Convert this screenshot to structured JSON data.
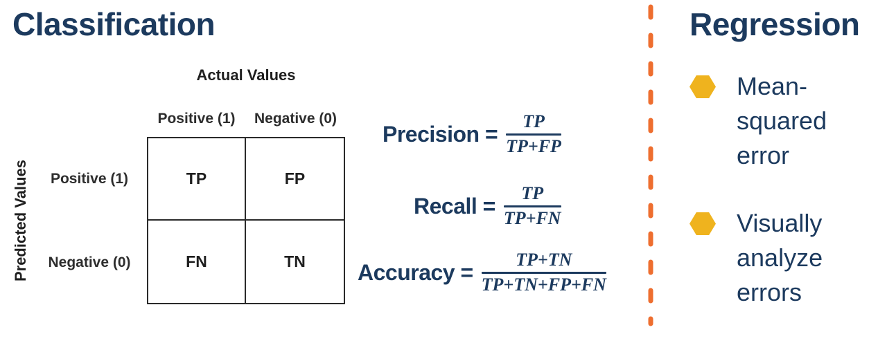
{
  "colors": {
    "navy_text": "#1c3a5e",
    "divider_orange": "#ee6e2f",
    "bullet_gold": "#efb31e",
    "matrix_ink": "#1f1f1f"
  },
  "classification": {
    "title": "Classification",
    "matrix": {
      "top_axis_label": "Actual Values",
      "left_axis_label": "Predicted Values",
      "col_headers": [
        "Positive (1)",
        "Negative (0)"
      ],
      "row_headers": [
        "Positive (1)",
        "Negative (0)"
      ],
      "cells": [
        [
          "TP",
          "FP"
        ],
        [
          "FN",
          "TN"
        ]
      ]
    },
    "formulas": [
      {
        "label": "Precision =",
        "numerator": "TP",
        "denominator": "TP+FP"
      },
      {
        "label": "Recall =",
        "numerator": "TP",
        "denominator": "TP+FN"
      },
      {
        "label": "Accuracy =",
        "numerator": "TP+TN",
        "denominator": "TP+TN+FP+FN"
      }
    ]
  },
  "regression": {
    "title": "Regression",
    "bullets": [
      "Mean-squared error",
      "Visually analyze errors"
    ]
  }
}
